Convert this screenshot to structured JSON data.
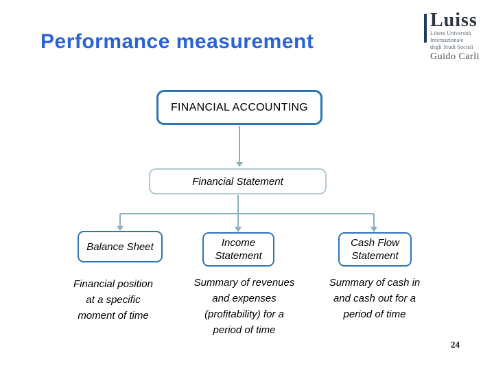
{
  "slide": {
    "title": "Performance measurement",
    "page_number": "24",
    "colors": {
      "title_blue": "#2A62D8",
      "root_box_border": "#2E74B5",
      "branch_box_border": "#2E75B6",
      "level2_box_border": "#B3C8CF",
      "connector": "#8AAFBF",
      "logo_bar": "#1C3A66"
    }
  },
  "logo": {
    "name": "Luiss",
    "sub1": "Libera Università",
    "sub2": "Internazionale",
    "sub3": "degli Studi Sociali",
    "sub4": "Guido Carli"
  },
  "diagram": {
    "root": "FINANCIAL ACCOUNTING",
    "level2": "Financial Statement",
    "branches": [
      {
        "label": "Balance Sheet",
        "description": "Financial position at a specific moment of time",
        "lines": [
          "Financial position",
          "at a specific",
          "moment of time"
        ]
      },
      {
        "label": "Income Statement",
        "description": "Summary of revenues and expenses (profitability) for a period of time",
        "lines": [
          "Summary of revenues",
          "and expenses",
          "(profitability) for a",
          "period of time"
        ]
      },
      {
        "label": "Cash Flow Statement",
        "description": "Summary of cash in and cash out for a period of time",
        "lines": [
          "Summary of cash in",
          "and cash out for a",
          "period of time"
        ]
      }
    ]
  }
}
